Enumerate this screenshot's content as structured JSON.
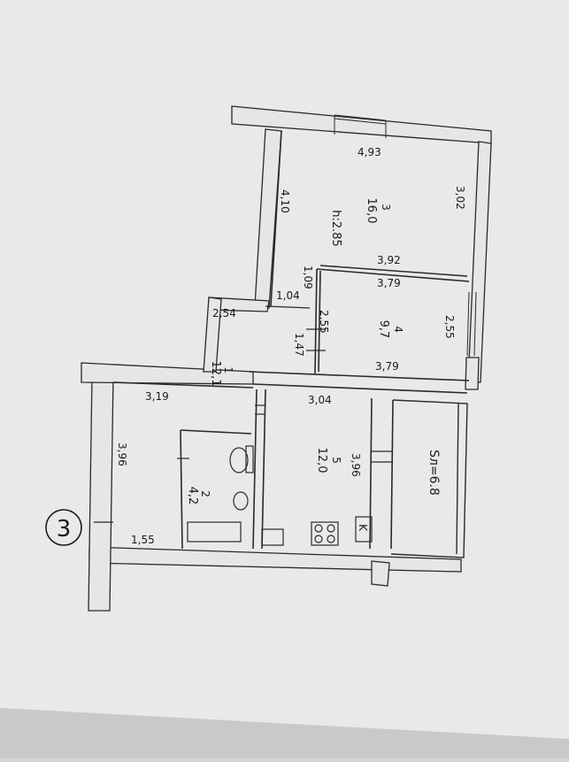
{
  "plan": {
    "ceiling_height": "h:2.85",
    "plan_number": "3",
    "kitchen_mark": "K"
  },
  "rooms": [
    {
      "number": "1",
      "area": "12,1"
    },
    {
      "number": "2",
      "area": "4,2"
    },
    {
      "number": "3",
      "area": "16,0"
    },
    {
      "number": "4",
      "area": "9,7"
    },
    {
      "number": "5",
      "area": "12,0"
    }
  ],
  "balcony": {
    "label": "Sл=6.8"
  },
  "dimensions": [
    "4,93",
    "4,10",
    "3,02",
    "3,92",
    "1,09",
    "3,79",
    "1,04",
    "2,54",
    "2,55",
    "1,47",
    "2,55",
    "3,79",
    "3,19",
    "3,04",
    "3,96",
    "3,96",
    "1,55"
  ],
  "colors": {
    "paper": "#eaeaea",
    "wall": "#e6e6e6",
    "line": "#2a2a2a",
    "background": "#d4d4d2"
  }
}
